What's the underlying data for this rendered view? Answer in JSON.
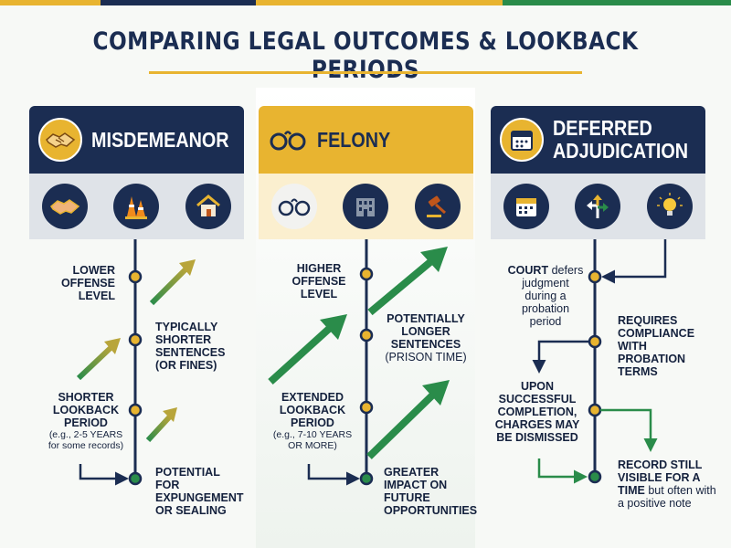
{
  "title": "COMPARING LEGAL OUTCOMES & LOOKBACK PERIODS",
  "colors": {
    "navy": "#1b2d52",
    "gold": "#e8b430",
    "green": "#2a8c4a",
    "light_gold": "#fbefcf"
  },
  "columns": {
    "misdemeanor": {
      "heading": "MISDEMEANOR",
      "icons": [
        "handshake-icon",
        "traffic-cones-icon",
        "house-icon"
      ],
      "steps": {
        "s1": "LOWER OFFENSE LEVEL",
        "s2": "TYPICALLY SHORTER SENTENCES (OR FINES)",
        "s3a": "SHORTER LOOKBACK PERIOD",
        "s3b": "(e.g., 2-5 YEARS for some records)",
        "s4": "POTENTIAL FOR EXPUNGEMENT OR SEALING"
      }
    },
    "felony": {
      "heading": "FELONY",
      "icons": [
        "handcuffs-icon",
        "prison-building-icon",
        "gavel-icon"
      ],
      "steps": {
        "s1": "HIGHER OFFENSE LEVEL",
        "s2a": "POTENTIALLY LONGER SENTENCES",
        "s2b": "(PRISON TIME)",
        "s3a": "EXTENDED LOOKBACK PERIOD",
        "s3b": "(e.g., 7-10 YEARS OR MORE)",
        "s4": "GREATER IMPACT ON FUTURE OPPORTUNITIES"
      }
    },
    "deferred": {
      "heading_l1": "DEFERRED",
      "heading_l2": "ADJUDICATION",
      "icons": [
        "calendar-icon",
        "split-arrow-icon",
        "lightbulb-icon"
      ],
      "steps": {
        "s1a": "COURT",
        "s1b": "defers judgment during a probation period",
        "s2": "REQUIRES COMPLIANCE WITH PROBATION TERMS",
        "s3": "UPON SUCCESSFUL COMPLETION, CHARGES MAY BE DISMISSED",
        "s4a": "RECORD STILL VISIBLE FOR A TIME",
        "s4b": "but often with a positive note"
      }
    }
  }
}
